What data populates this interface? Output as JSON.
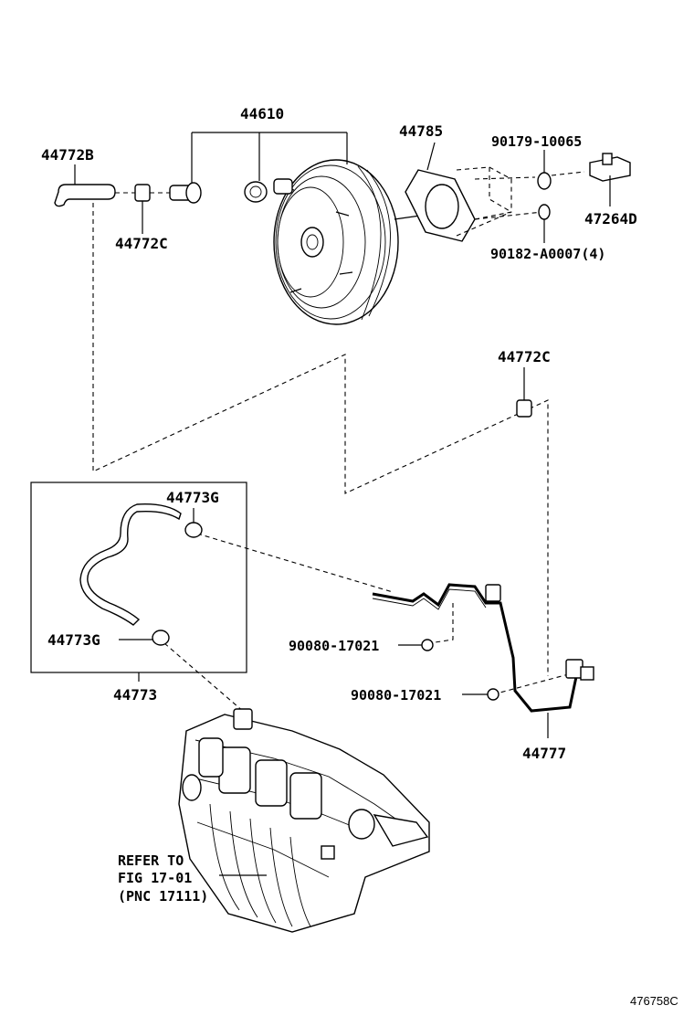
{
  "labels": {
    "booster": "44610",
    "gasket": "44785",
    "hose_top": "44772B",
    "clip_top": "44772C",
    "clip_right": "44772C",
    "pin": "90179-10065",
    "clevis": "47264D",
    "nut_booster": "90182-A0007(4)",
    "hose_upper": "44773G",
    "hose_lower": "44773G",
    "hose_assy": "44773",
    "bolt_upper": "90080-17021",
    "bolt_lower": "90080-17021",
    "pipe": "44777"
  },
  "refer": {
    "line1": "REFER TO",
    "line2": "FIG 17-01",
    "line3": "(PNC 17111)"
  },
  "figure_id": "476758C"
}
